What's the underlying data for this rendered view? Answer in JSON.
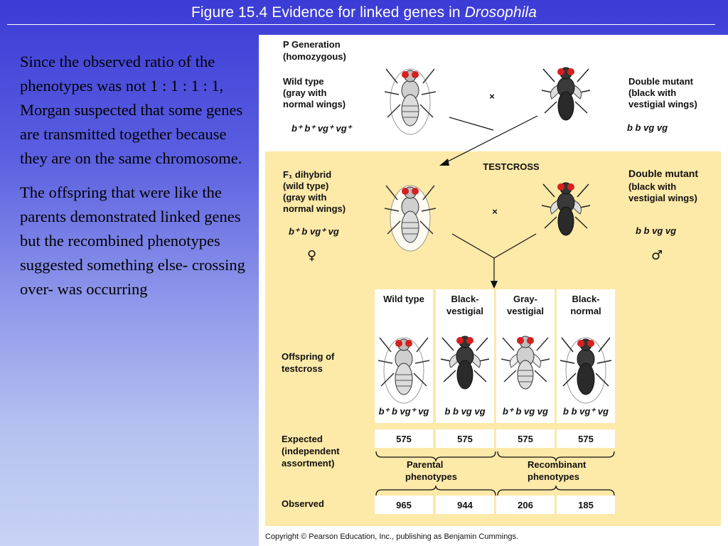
{
  "slide": {
    "title_main": "Figure 15.4  Evidence for linked genes in ",
    "title_italic": "Drosophila",
    "paragraphs": [
      "Since the observed ratio of the phenotypes was not 1 : 1  :  1  :  1, Morgan suspected that  some genes are transmitted together because they are on the same chromosome.",
      "The offspring that were like the parents demonstrated linked genes but the recombined phenotypes suggested something else- crossing over- was occurring"
    ]
  },
  "figure": {
    "p_generation": {
      "heading": "P Generation",
      "subheading": "(homozygous)",
      "left_label": [
        "Wild type",
        "(gray with",
        "normal wings)"
      ],
      "left_genotype": "b⁺ b⁺ vg⁺ vg⁺",
      "right_label": [
        "Double mutant",
        "(black with",
        "vestigial wings)"
      ],
      "right_genotype": "b b vg vg",
      "cross_symbol": "×"
    },
    "testcross": {
      "heading": "TESTCROSS",
      "left_label": [
        "F₁ dihybrid",
        "(wild type)",
        "(gray with",
        "normal wings)"
      ],
      "left_genotype": "b⁺ b vg⁺ vg",
      "left_sex": "♀",
      "right_label": [
        "Double mutant",
        "(black with",
        "vestigial wings)"
      ],
      "right_genotype": "b b vg vg",
      "right_sex": "♂",
      "cross_symbol": "×"
    },
    "offspring": {
      "row_label": [
        "Offspring of",
        "testcross"
      ],
      "columns": [
        {
          "name": [
            "Wild type"
          ],
          "genotype": "b⁺ b vg⁺ vg",
          "expected": "575",
          "observed": "965"
        },
        {
          "name": [
            "Black-",
            "vestigial"
          ],
          "genotype": "b b vg vg",
          "expected": "575",
          "observed": "944"
        },
        {
          "name": [
            "Gray-",
            "vestigial"
          ],
          "genotype": "b⁺ b vg vg",
          "expected": "575",
          "observed": "206"
        },
        {
          "name": [
            "Black-",
            "normal"
          ],
          "genotype": "b b vg⁺ vg",
          "expected": "575",
          "observed": "185"
        }
      ],
      "expected_label": [
        "Expected",
        "(independent",
        "assortment)"
      ],
      "observed_label": "Observed",
      "parental_label": [
        "Parental",
        "phenotypes"
      ],
      "recombinant_label": [
        "Recombinant",
        "phenotypes"
      ]
    },
    "copyright": "Copyright © Pearson Education, Inc., publishing as Benjamin Cummings.",
    "colors": {
      "panel": "#fde9a8",
      "cell": "#ffffff",
      "eye": "#d62020"
    }
  }
}
